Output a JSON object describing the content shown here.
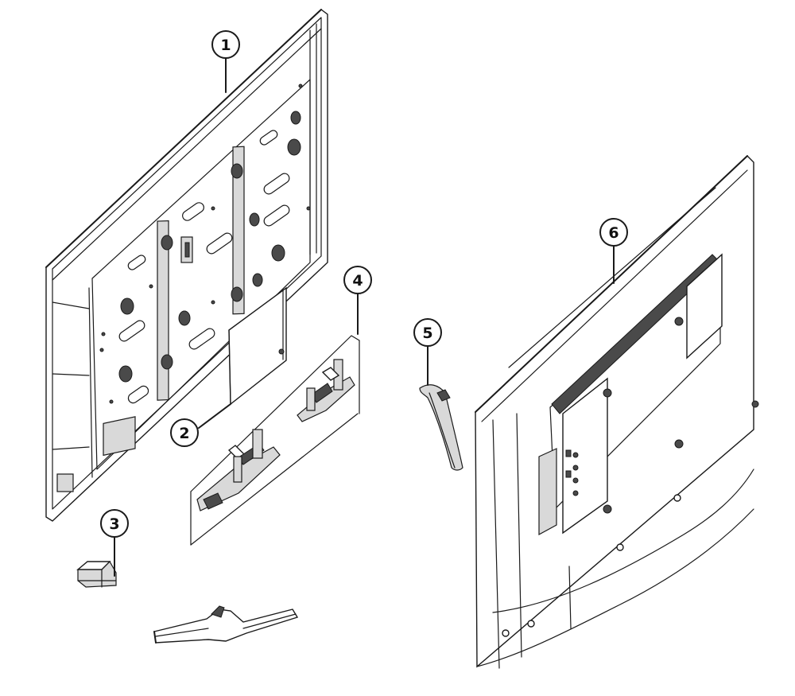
{
  "callouts": [
    {
      "id": "1"
    },
    {
      "id": "2"
    },
    {
      "id": "3"
    },
    {
      "id": "4"
    },
    {
      "id": "5"
    },
    {
      "id": "6"
    }
  ]
}
